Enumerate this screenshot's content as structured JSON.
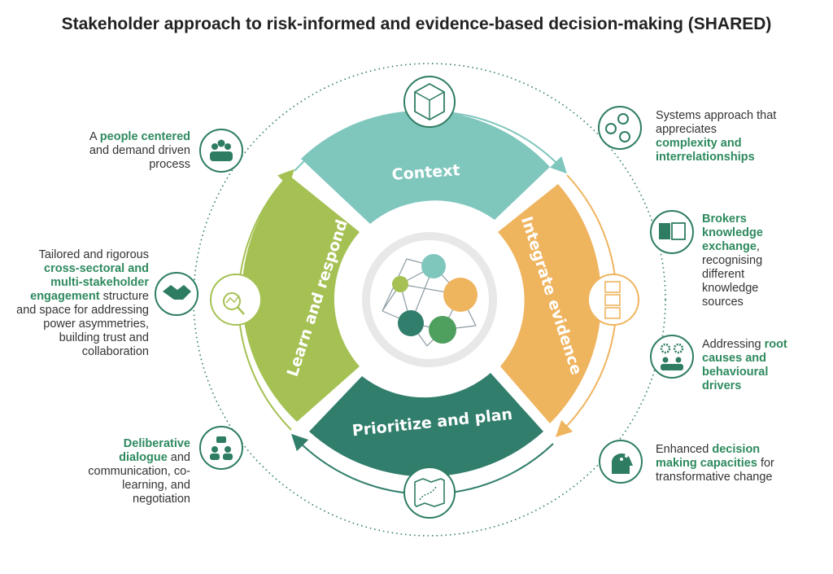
{
  "title": "Stakeholder approach to risk-informed and evidence-based decision-making (SHARED)",
  "colors": {
    "context": "#7fc6bd",
    "integrate": "#efb45e",
    "prioritize": "#317e6c",
    "learn": "#a5c153",
    "accent_text": "#2e8a5e",
    "icon_green": "#2e7d63"
  },
  "cycle": {
    "context": "Context",
    "integrate": "Integrate evidence",
    "prioritize": "Prioritize and plan",
    "learn": "Learn and respond"
  },
  "principles": {
    "people": {
      "pre": "A",
      "em1": "people centered",
      "post": "and demand driven process",
      "icon": "people-group-icon"
    },
    "cross": {
      "pre": "Tailored and rigorous",
      "em1": "cross-sectoral and multi-stakeholder engagement",
      "post": "structure and space for addressing power asymmetries, building trust and collaboration",
      "icon": "handshake-icon"
    },
    "dialogue": {
      "em1": "Deliberative dialogue",
      "post": "and communication, co-learning, and negotiation",
      "icon": "dialogue-icon"
    },
    "systems": {
      "pre": "Systems approach that appreciates",
      "em1": "complexity and interrelationships",
      "icon": "network-people-icon"
    },
    "brokers": {
      "em1": "Brokers knowledge exchange",
      "post": ", recognising different knowledge sources",
      "icon": "book-icon"
    },
    "root": {
      "pre": "Addressing",
      "em1": "root causes and behavioural drivers",
      "icon": "gears-people-icon"
    },
    "decision": {
      "pre": "Enhanced",
      "em1": "decision making capacities",
      "post": "for transformative change",
      "icon": "head-network-icon"
    }
  }
}
